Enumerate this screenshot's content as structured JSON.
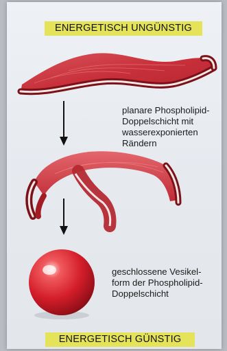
{
  "banners": {
    "top": "ENERGETISCH UNGÜNSTIG",
    "bottom": "ENERGETISCH GÜNSTIG"
  },
  "captions": {
    "planar": [
      "planare Phospholipid-",
      "Doppelschicht mit",
      "wasserexponierten",
      "Rändern"
    ],
    "vesicle": [
      "geschlossene Vesikel-",
      "form der Phospholipid-",
      "Doppelschicht"
    ]
  },
  "colors": {
    "banner": "#e5e35a",
    "membrane": "#c8303a",
    "membrane_highlight": "#e06a6e",
    "edge_stripe": "#f4e6e6",
    "vesicle": "#d41e2a",
    "arrow": "#111111"
  }
}
